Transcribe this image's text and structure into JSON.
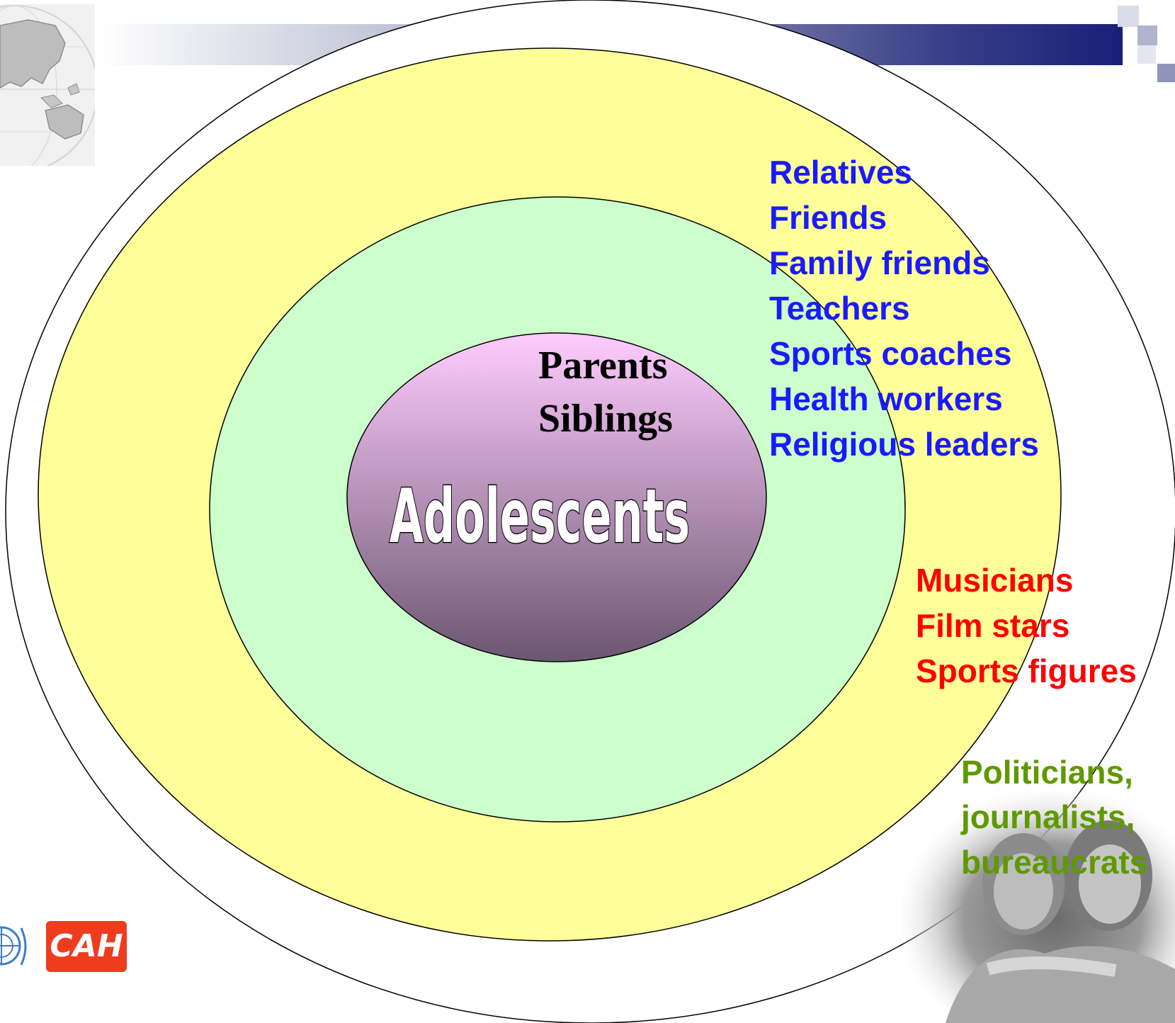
{
  "center_label": "Adolescents",
  "inner_circle": [
    "Parents",
    "Siblings"
  ],
  "middle_circle": [
    "Relatives",
    "Friends",
    "Family friends",
    "Teachers",
    "Sports coaches",
    "Health workers",
    "Religious leaders"
  ],
  "outer_circle": [
    "Musicians",
    "Film stars",
    "Sports figures"
  ],
  "outermost": [
    "Politicians,",
    "journalists,",
    "bureaucrats"
  ],
  "logo_text": "CAH",
  "colors": {
    "outer_ring": "#ffffff",
    "yellow_ring": "#ffff99",
    "green_ring": "#ccffcc",
    "center_top": "#ffccff",
    "center_bottom": "#6b5670",
    "blue_text": "#1a1aff",
    "red_text": "#ff0000",
    "green_text": "#5f9900"
  }
}
